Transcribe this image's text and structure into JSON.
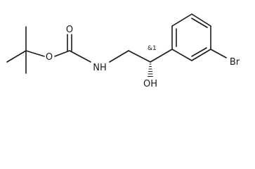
{
  "molecule": {
    "atoms": {
      "ether_oxygen": "O",
      "carbonyl_oxygen": "O",
      "amine": "NH",
      "hydroxyl": "OH",
      "bromine": "Br"
    },
    "stereo_label": "&1"
  }
}
